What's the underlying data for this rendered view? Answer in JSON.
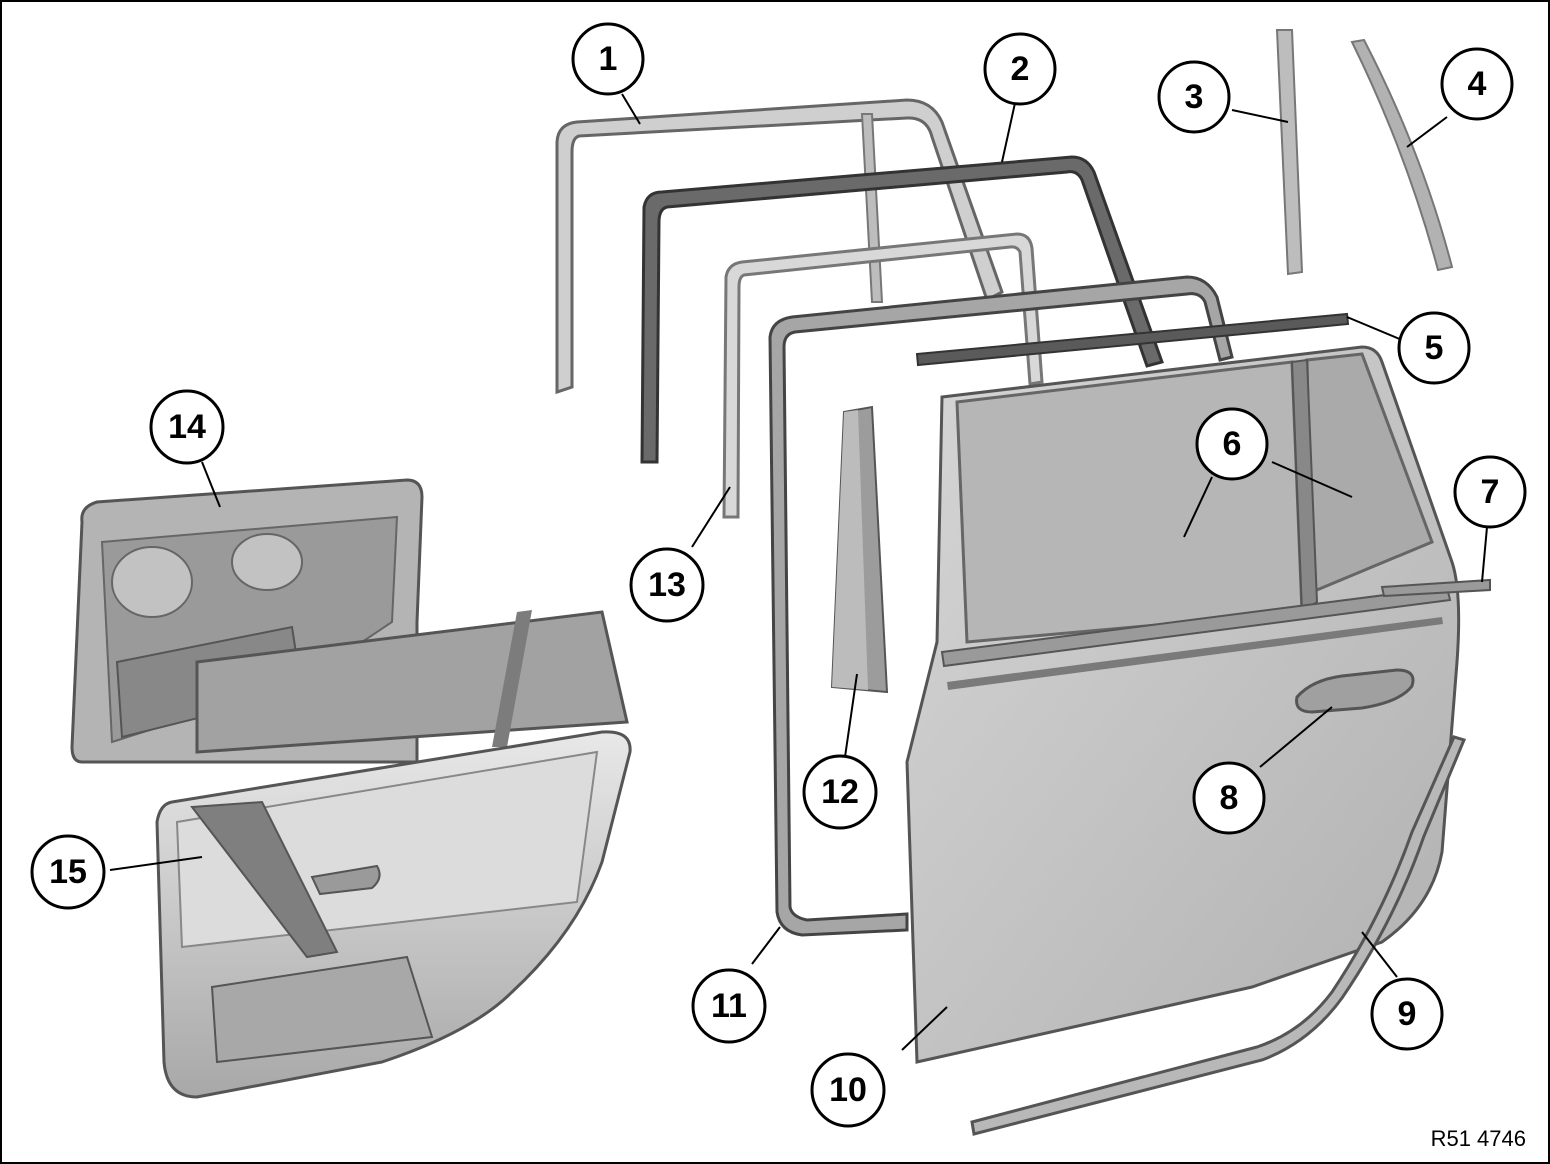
{
  "diagram": {
    "reference_code": "R51 4746",
    "callouts": [
      "1",
      "2",
      "3",
      "4",
      "5",
      "6",
      "7",
      "8",
      "9",
      "10",
      "11",
      "12",
      "13",
      "14",
      "15"
    ]
  },
  "colors": {
    "panel_fill": "#c8c8c8",
    "panel_dark": "#8c8c8c",
    "seal_dark": "#555555",
    "glass": "#b4b4b4",
    "trim_light": "#e6e6e6"
  }
}
